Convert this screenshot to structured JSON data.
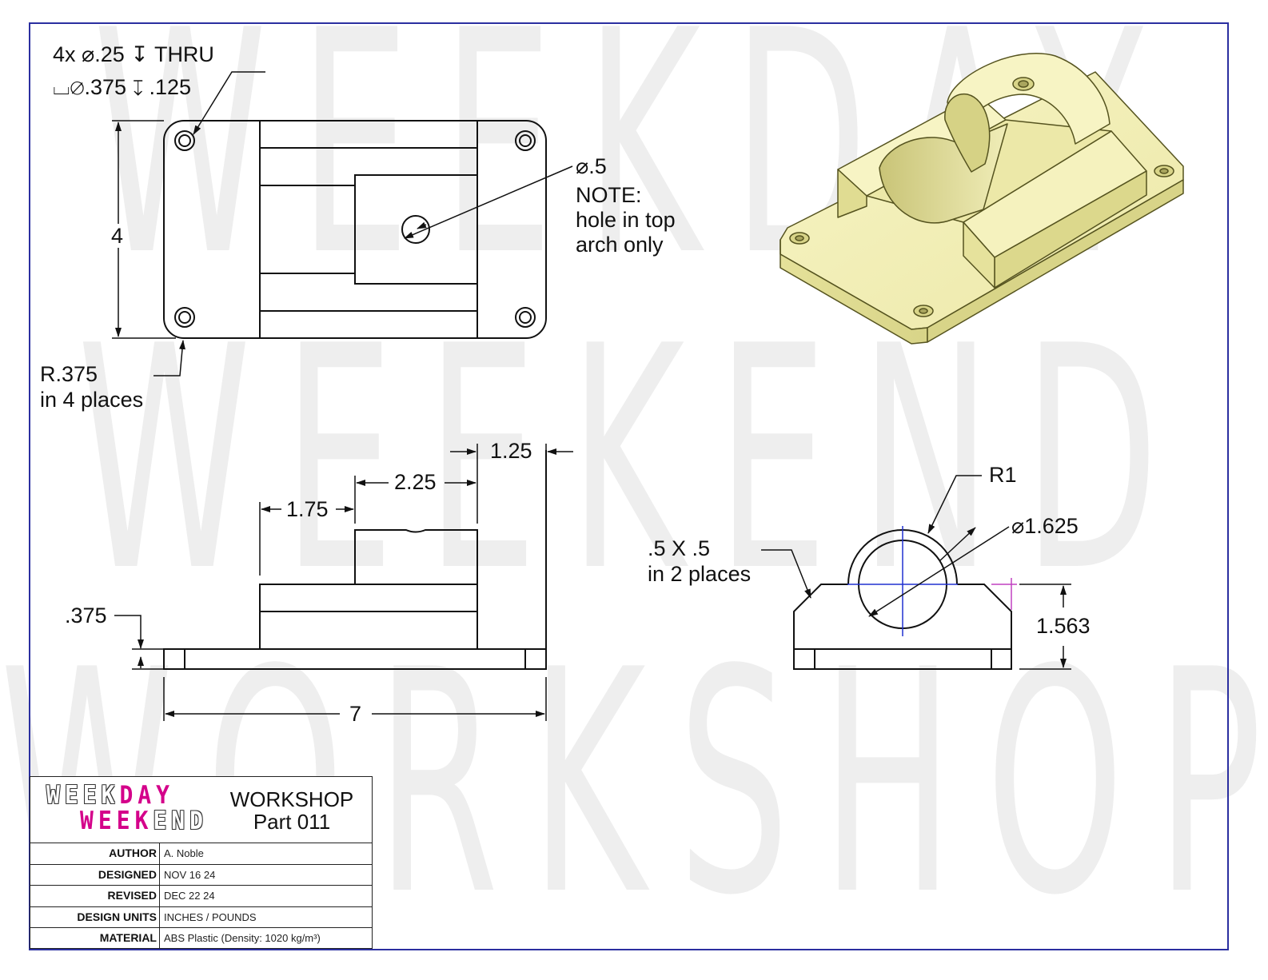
{
  "watermark": {
    "lines": [
      "WEEKDAY",
      "WEEKEND",
      "WORKSHOP"
    ]
  },
  "colors": {
    "border": "#2b2fa0",
    "part_fill": "#f3f0b4",
    "logo_accent": "#d4008a",
    "centerline": "#2030d0",
    "chamfer_mark": "#c040c0"
  },
  "top_view": {
    "hole_callout_line1": "4x ⌀.25 ↧ THRU",
    "hole_callout_line2": "⌴⌀.375 ↧ .125",
    "height_dim": "4",
    "radius_note_line1": "R.375",
    "radius_note_line2": "in 4 places",
    "hole_dia": "⌀.5",
    "note_line1": "NOTE:",
    "note_line2": "hole in top",
    "note_line3": "arch only"
  },
  "front_view": {
    "dim_125": "1.25",
    "dim_225": "2.25",
    "dim_175": "1.75",
    "dim_0375": ".375",
    "dim_7": "7"
  },
  "side_view": {
    "radius": "R1",
    "bore_dia": "⌀1.625",
    "chamfer_line1": ".5 X .5",
    "chamfer_line2": "in 2 places",
    "height": "1.563"
  },
  "title_block": {
    "logo_line1": [
      "W",
      "E",
      "E",
      "K",
      "D",
      "A",
      "Y"
    ],
    "logo_line2": [
      "W",
      "E",
      "E",
      "K",
      "E",
      "N",
      "D"
    ],
    "title_line1": "WORKSHOP",
    "title_line2": "Part 011",
    "rows": [
      {
        "key": "AUTHOR",
        "value": "A. Noble"
      },
      {
        "key": "DESIGNED",
        "value": "NOV 16 24"
      },
      {
        "key": "REVISED",
        "value": "DEC 22 24"
      },
      {
        "key": "DESIGN UNITS",
        "value": "INCHES / POUNDS"
      },
      {
        "key": "MATERIAL",
        "value": "ABS Plastic (Density: 1020 kg/m³)"
      }
    ]
  }
}
